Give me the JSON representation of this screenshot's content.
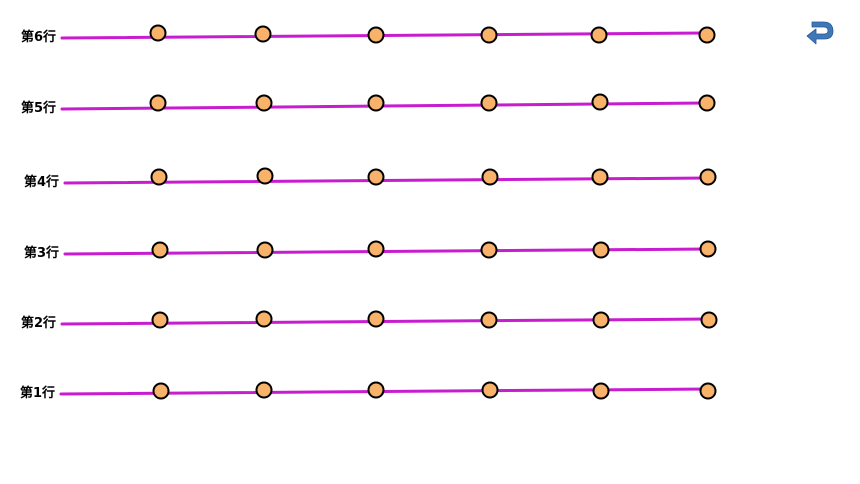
{
  "rows": [
    {
      "label": "第6行",
      "dots": 6
    },
    {
      "label": "第5行",
      "dots": 6
    },
    {
      "label": "第4行",
      "dots": 6
    },
    {
      "label": "第3行",
      "dots": 6
    },
    {
      "label": "第2行",
      "dots": 6
    },
    {
      "label": "第1行",
      "dots": 6
    }
  ],
  "colors": {
    "line": "#c71ccf",
    "dot_fill": "#f8b26a",
    "dot_stroke": "#000000",
    "back_icon": "#3f78b8"
  },
  "icons": {
    "back": "u-turn-back-arrow-icon"
  }
}
